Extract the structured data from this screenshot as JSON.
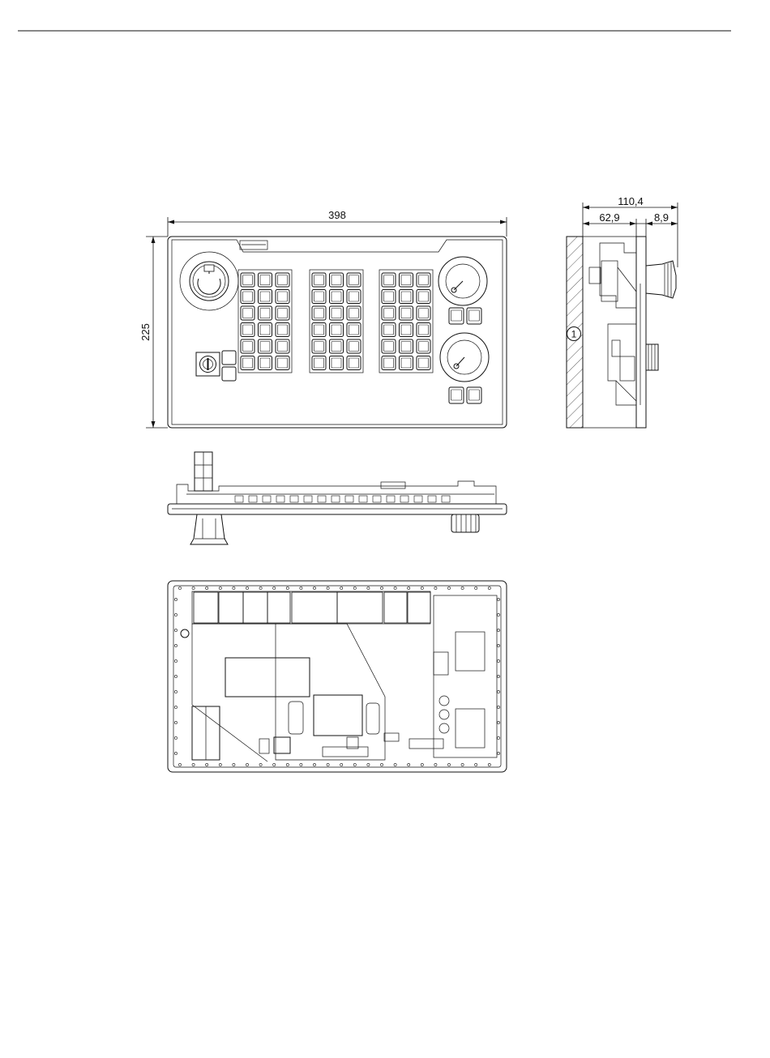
{
  "drawing": {
    "dimensions": {
      "width": "398",
      "height": "225",
      "depth_total": "110,4",
      "depth_rear": "62,9",
      "depth_front": "8,9"
    },
    "callout": "1"
  }
}
